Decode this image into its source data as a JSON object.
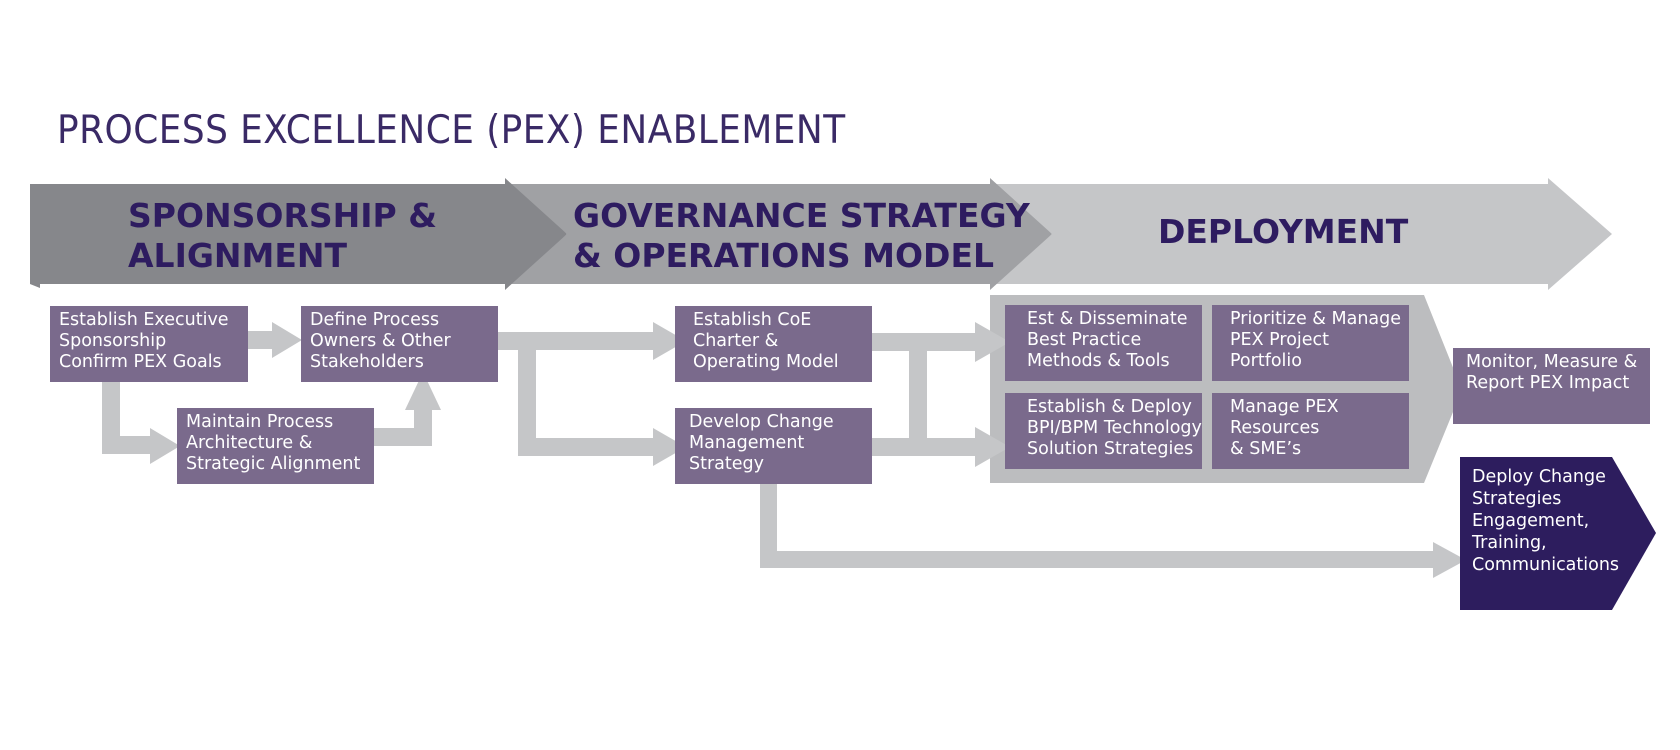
{
  "title": "PROCESS EXCELLENCE (PEX) ENABLEMENT",
  "colors": {
    "phase1": "#86878b",
    "phase2": "#a0a1a4",
    "phase3": "#c5c6c8",
    "box": "#7a6a8c",
    "box_dark": "#2d1d5e",
    "connector": "#c5c6c8",
    "heading_text": "#2e1c60"
  },
  "phases": [
    {
      "lines": [
        "SPONSORSHIP &",
        "ALIGNMENT"
      ]
    },
    {
      "lines": [
        "GOVERNANCE STRATEGY",
        "& OPERATIONS MODEL"
      ]
    },
    {
      "lines": [
        "DEPLOYMENT"
      ]
    }
  ],
  "boxes": {
    "exec_sponsorship": [
      "Establish Executive",
      "Sponsorship",
      "Confirm PEX Goals"
    ],
    "define_owners": [
      "Define Process",
      "Owners & Other",
      "Stakeholders"
    ],
    "maintain_architecture": [
      "Maintain Process",
      "Architecture &",
      "Strategic Alignment"
    ],
    "coe_charter": [
      "Establish CoE",
      "Charter &",
      "Operating Model"
    ],
    "change_mgmt": [
      "Develop Change",
      "Management",
      "Strategy"
    ],
    "best_practice": [
      "Est & Disseminate",
      "Best Practice",
      "Methods & Tools"
    ],
    "portfolio": [
      "Prioritize & Manage",
      "PEX Project",
      "Portfolio"
    ],
    "bpm_tech": [
      "Establish & Deploy",
      "BPI/BPM Technology",
      "Solution Strategies"
    ],
    "resources": [
      "Manage PEX",
      "Resources",
      "& SME’s"
    ],
    "monitor": [
      "Monitor, Measure &",
      "Report PEX Impact"
    ],
    "deploy_change": [
      "Deploy Change",
      "Strategies",
      "Engagement,",
      "Training,",
      "Communications"
    ]
  }
}
